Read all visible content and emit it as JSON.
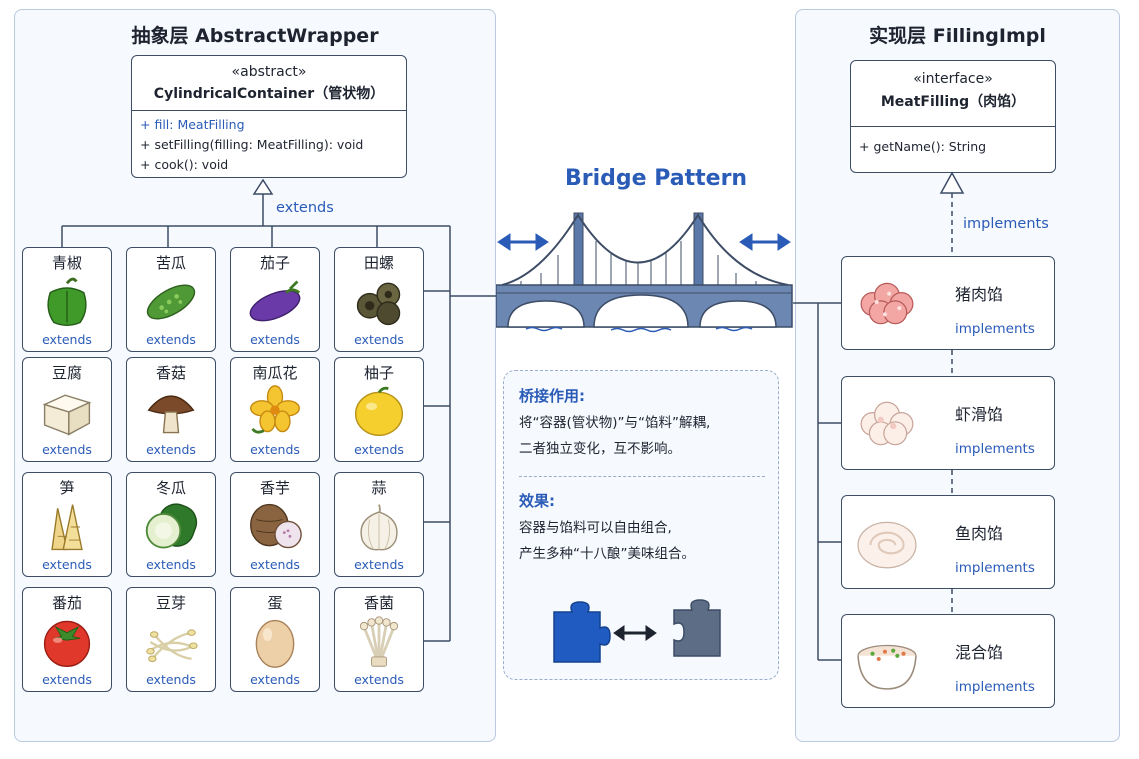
{
  "abstraction": {
    "title": "抽象层   AbstractWrapper",
    "class": {
      "stereotype": "«abstract»",
      "name": "CylindricalContainer（管状物）",
      "members": [
        "+ fill:  MeatFilling",
        "+ setFilling(filling: MeatFilling): void",
        "+ cook(): void"
      ]
    },
    "extends_label": "extends",
    "cells": [
      {
        "name": "青椒",
        "icon": "green-pepper-icon",
        "label": "extends"
      },
      {
        "name": "苦瓜",
        "icon": "bitter-melon-icon",
        "label": "extends"
      },
      {
        "name": "茄子",
        "icon": "eggplant-icon",
        "label": "extends"
      },
      {
        "name": "田螺",
        "icon": "river-snail-icon",
        "label": "extends"
      },
      {
        "name": "豆腐",
        "icon": "tofu-icon",
        "label": "extends"
      },
      {
        "name": "香菇",
        "icon": "shiitake-icon",
        "label": "extends"
      },
      {
        "name": "南瓜花",
        "icon": "pumpkin-flower-icon",
        "label": "extends"
      },
      {
        "name": "柚子",
        "icon": "pomelo-icon",
        "label": "extends"
      },
      {
        "name": "笋",
        "icon": "bamboo-shoot-icon",
        "label": "extends"
      },
      {
        "name": "冬瓜",
        "icon": "winter-melon-icon",
        "label": "extends"
      },
      {
        "name": "香芋",
        "icon": "taro-icon",
        "label": "extends"
      },
      {
        "name": "蒜",
        "icon": "garlic-icon",
        "label": "extends"
      },
      {
        "name": "番茄",
        "icon": "tomato-icon",
        "label": "extends"
      },
      {
        "name": "豆芽",
        "icon": "bean-sprout-icon",
        "label": "extends"
      },
      {
        "name": "蛋",
        "icon": "egg-icon",
        "label": "extends"
      },
      {
        "name": "香菌",
        "icon": "enoki-icon",
        "label": "extends"
      }
    ]
  },
  "bridge": {
    "title": "Bridge Pattern",
    "info": {
      "heading1": "桥接作用:",
      "line1": "将“容器(管状物)”与“馅料”解耦,",
      "line2": "二者独立变化，互不影响。",
      "heading2": "效果:",
      "line3": "容器与馅料可以自由组合,",
      "line4": "产生多种“十八酿”美味组合。"
    }
  },
  "implementation": {
    "title": "实现层   FillingImpl",
    "interface": {
      "stereotype": "«interface»",
      "name": "MeatFilling（肉馅）",
      "members": [
        "+ getName(): String"
      ]
    },
    "implements_label": "implements",
    "fillings": [
      {
        "name": "猪肉馅",
        "icon": "pork-filling-icon",
        "label": "implements"
      },
      {
        "name": "虾滑馅",
        "icon": "shrimp-paste-icon",
        "label": "implements"
      },
      {
        "name": "鱼肉馅",
        "icon": "fish-paste-icon",
        "label": "implements"
      },
      {
        "name": "混合馅",
        "icon": "mixed-filling-bowl-icon",
        "label": "implements"
      }
    ]
  },
  "colors": {
    "accent": "#2a5bb7",
    "border": "#3d4d66",
    "panel": "#f6f9fd",
    "bridge": "#5b79a8"
  }
}
